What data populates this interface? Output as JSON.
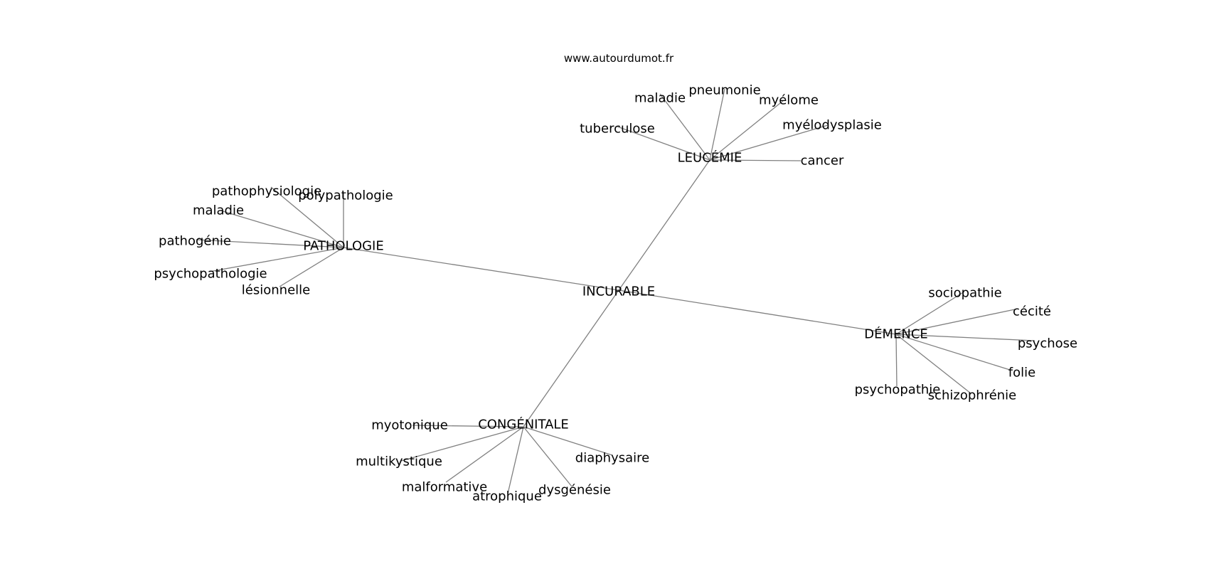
{
  "source": "www.autourdumot.fr",
  "center": "INCURABLE",
  "clusters": [
    {
      "hub": "LEUCÉMIE",
      "leaves": [
        "maladie",
        "pneumonie",
        "myélome",
        "myélodysplasie",
        "tuberculose",
        "cancer"
      ]
    },
    {
      "hub": "PATHOLOGIE",
      "leaves": [
        "pathophysiologie",
        "polypathologie",
        "maladie",
        "pathogénie",
        "psychopathologie",
        "lésionnelle"
      ]
    },
    {
      "hub": "DÉMENCE",
      "leaves": [
        "sociopathie",
        "cécité",
        "psychose",
        "folie",
        "psychopathie",
        "schizophrénie"
      ]
    },
    {
      "hub": "CONGÉNITALE",
      "leaves": [
        "myotonique",
        "multikystique",
        "malformative",
        "atrophique",
        "dysgénésie",
        "diaphysaire"
      ]
    }
  ]
}
